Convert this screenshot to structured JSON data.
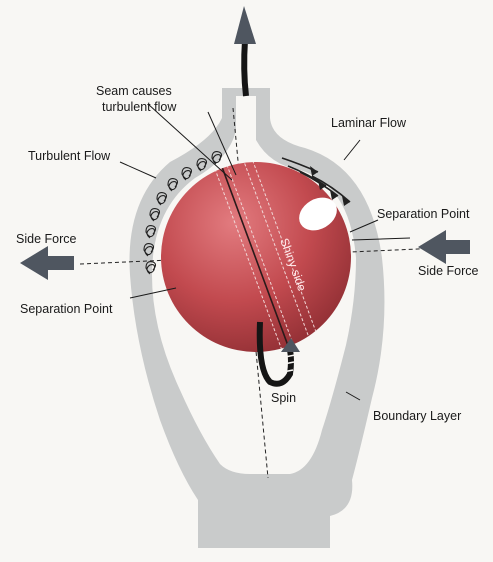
{
  "labels": {
    "seam_line1": "Seam causes",
    "seam_line2": "turbulent flow",
    "laminar_flow": "Laminar Flow",
    "turbulent_flow": "Turbulent Flow",
    "side_force_left": "Side Force",
    "side_force_right": "Side Force",
    "separation_point_right": "Separation Point",
    "separation_point_left": "Separation Point",
    "shiny_side": "Shiny side",
    "spin": "Spin",
    "boundary_layer": "Boundary Layer"
  },
  "colors": {
    "boundary_layer": "#c9cbcb",
    "ball": "#c24a4f",
    "arrow": "#4f5660",
    "ink": "#1a1a1a"
  }
}
